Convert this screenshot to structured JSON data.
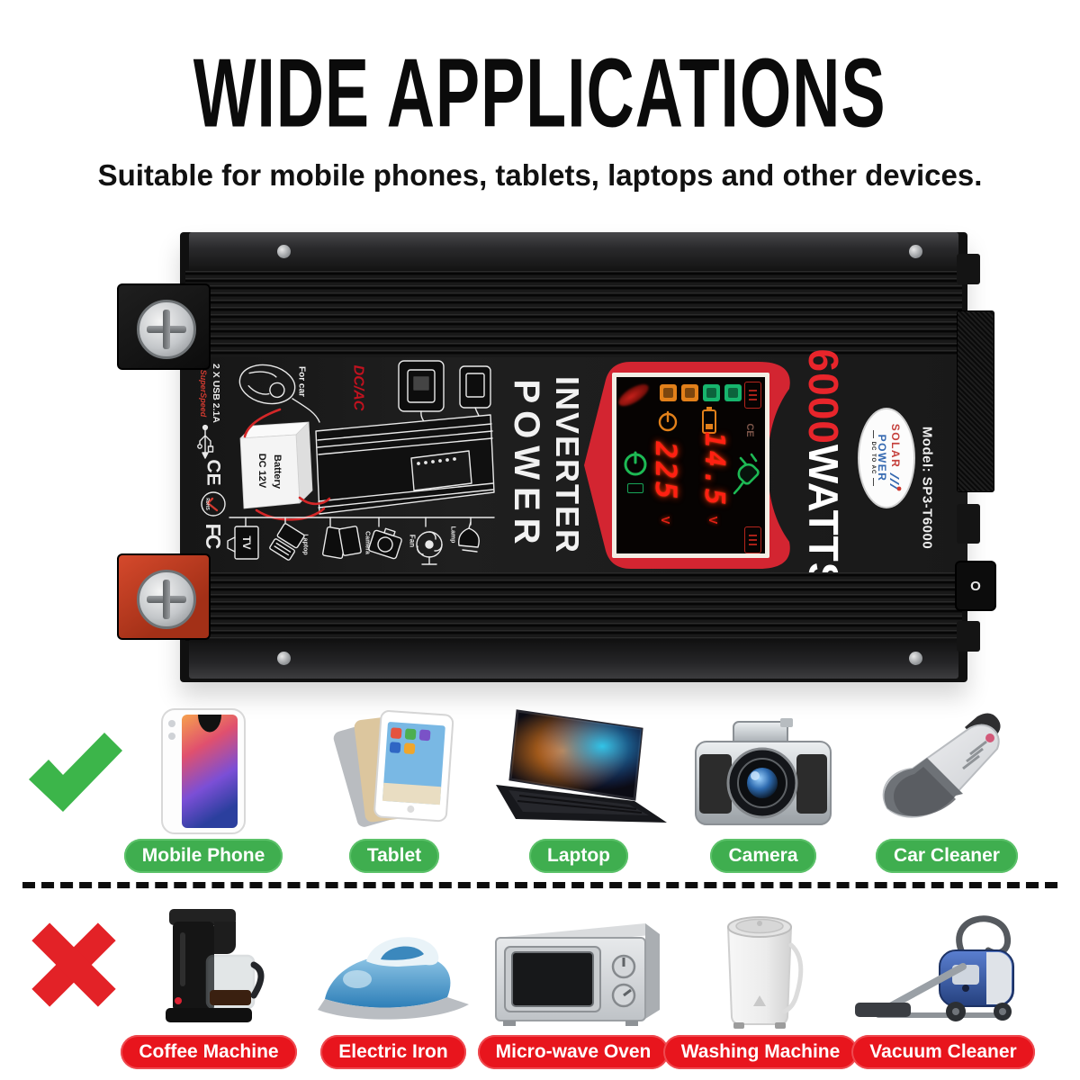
{
  "header": {
    "title": "WIDE APPLICATIONS",
    "subtitle": "Suitable for mobile phones, tablets, laptops and other devices."
  },
  "inverter": {
    "panel_word_top": "POWER",
    "panel_word_bottom": "INVERTER",
    "watts_value": "6000",
    "watts_unit": "WATTS",
    "logo": {
      "line1": "SOLAR",
      "line2": "POWER",
      "line3": "DC TO AC"
    },
    "model": "Model: SP3-T6000",
    "switch_label": "O",
    "display": {
      "dc_voltage": "14.5",
      "ac_voltage": "225",
      "dc_unit": "V",
      "ac_unit": "V",
      "ce_mark": "CE"
    },
    "print": {
      "usb_spec": "2 X USB 2.1A",
      "usb_brand": "SuperSpeed",
      "ce": "CE",
      "rohs": "RoHS",
      "fcc": "FC",
      "for_car": "For car",
      "dc_ac": "DC/AC",
      "battery_line1": "DC 12V",
      "battery_line2": "Battery",
      "tv": "TV",
      "laptop": "Laptop",
      "camera": "Camera",
      "fan": "Fan",
      "lamp": "Lamp"
    }
  },
  "suitable": {
    "items": [
      {
        "label": "Mobile Phone"
      },
      {
        "label": "Tablet"
      },
      {
        "label": "Laptop"
      },
      {
        "label": "Camera"
      },
      {
        "label": "Car Cleaner"
      }
    ]
  },
  "unsuitable": {
    "items": [
      {
        "label": "Coffee Machine"
      },
      {
        "label": "Electric Iron"
      },
      {
        "label": "Micro-wave Oven"
      },
      {
        "label": "Washing Machine"
      },
      {
        "label": "Vacuum Cleaner"
      }
    ]
  },
  "colors": {
    "suitable_green": "#3fae4f",
    "check_green": "#3cb54a",
    "unsuitable_red": "#e8151d",
    "cross_red": "#e32227",
    "watts_red": "#e8252b",
    "led_red": "#ff2012",
    "bezel_red": "#d32531",
    "logo_blue": "#3468b0",
    "logo_red": "#c5403c"
  }
}
